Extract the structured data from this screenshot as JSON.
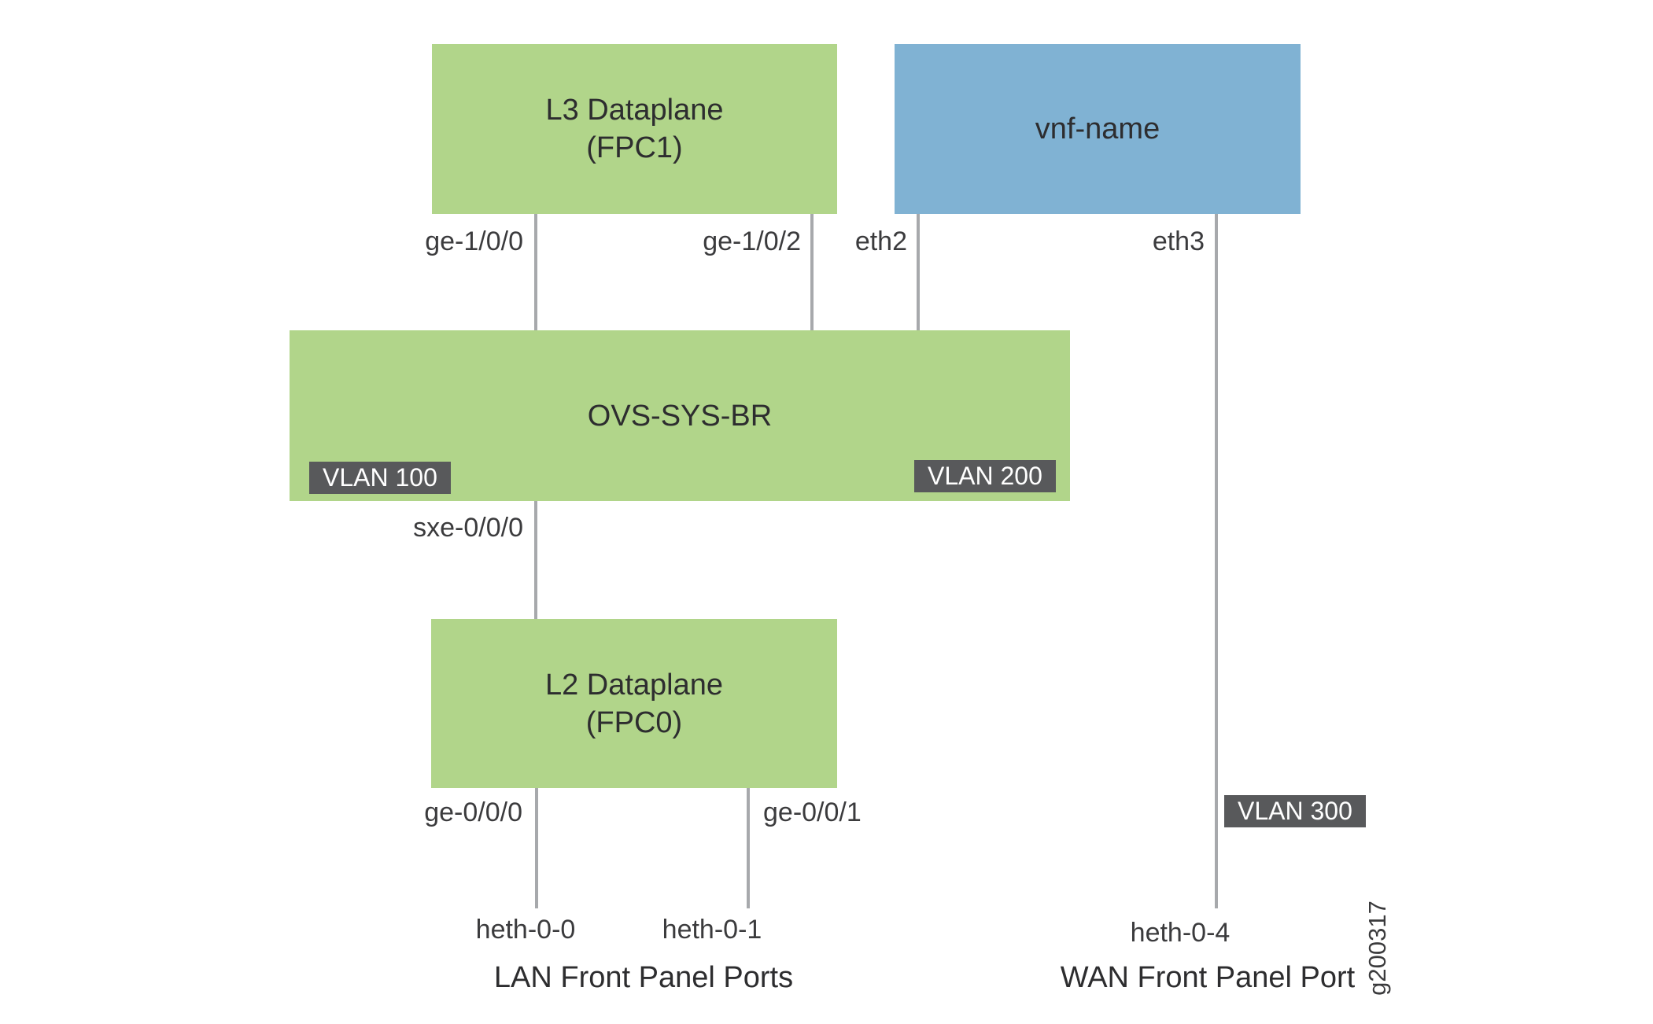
{
  "diagram": {
    "nodes": {
      "l3": {
        "line1": "L3 Dataplane",
        "line2": "(FPC1)"
      },
      "vnf": {
        "label": "vnf-name"
      },
      "ovs": {
        "label": "OVS-SYS-BR"
      },
      "l2": {
        "line1": "L2 Dataplane",
        "line2": "(FPC0)"
      }
    },
    "ports": {
      "ge_1_0_0": "ge-1/0/0",
      "ge_1_0_2": "ge-1/0/2",
      "eth2": "eth2",
      "eth3": "eth3",
      "sxe_0_0_0": "sxe-0/0/0",
      "ge_0_0_0": "ge-0/0/0",
      "ge_0_0_1": "ge-0/0/1",
      "heth_0_0": "heth-0-0",
      "heth_0_1": "heth-0-1",
      "heth_0_4": "heth-0-4"
    },
    "vlans": {
      "vlan100": "VLAN 100",
      "vlan200": "VLAN 200",
      "vlan300": "VLAN 300"
    },
    "captions": {
      "lan": "LAN Front Panel Ports",
      "wan": "WAN Front Panel Port"
    },
    "figure_id": "g200317",
    "colors": {
      "green": "#b1d58a",
      "blue": "#80b2d3",
      "badge": "#58595b",
      "line": "#a7a9ac",
      "dash": "#abadb0",
      "text": "#2d2d2f",
      "label": "#3b3b3d"
    }
  }
}
